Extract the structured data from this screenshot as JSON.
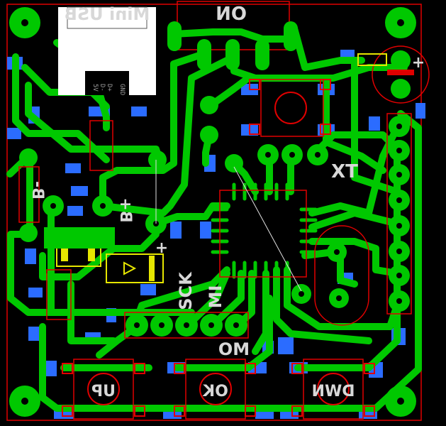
{
  "labels": {
    "usb": "Mini USB",
    "on": "ON",
    "tx": "TX",
    "bminus": "B-",
    "bplus": "B+",
    "plus_top": "+",
    "plus_mid": "+",
    "sck": "SCK",
    "mi": "MI",
    "mo": "MO",
    "up": "UP",
    "ok": "OK",
    "dwn": "DWN",
    "usb_pins": [
      "5V",
      "D-",
      "D+",
      "GND"
    ]
  },
  "colors": {
    "copper_top": "#00c800",
    "copper_bottom": "#2b6cff",
    "outline": "#e00000",
    "silkscreen": "#d8d8d8",
    "part_yellow": "#e6e600",
    "background": "#000000"
  }
}
